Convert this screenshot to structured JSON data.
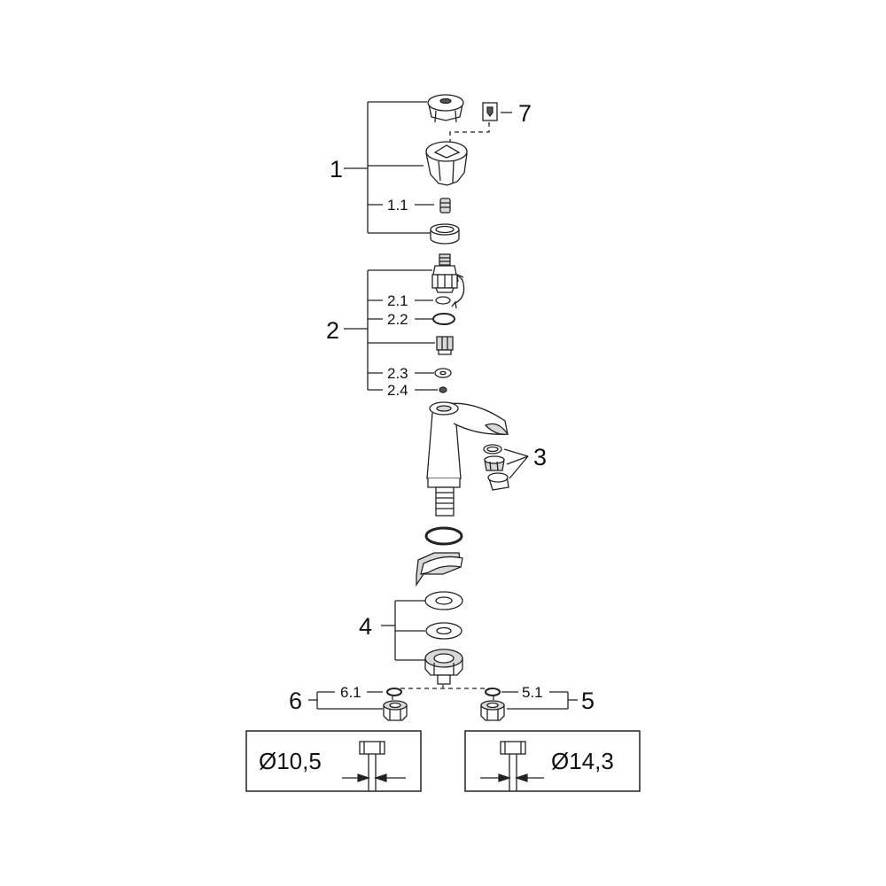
{
  "labels": {
    "p1": "1",
    "p1_1": "1.1",
    "p2": "2",
    "p2_1": "2.1",
    "p2_2": "2.2",
    "p2_3": "2.3",
    "p2_4": "2.4",
    "p3": "3",
    "p4": "4",
    "p5": "5",
    "p5_1": "5.1",
    "p6": "6",
    "p6_1": "6.1",
    "p7": "7"
  },
  "dimensions": {
    "left": "Ø10,5",
    "right": "Ø14,3"
  }
}
